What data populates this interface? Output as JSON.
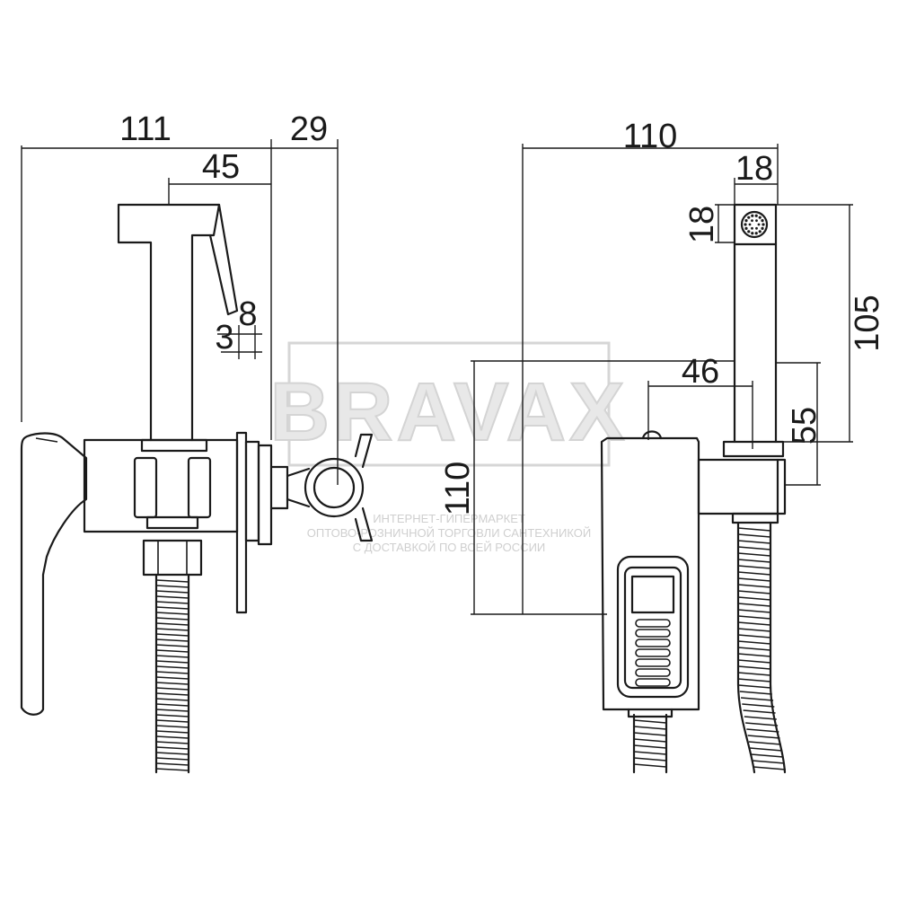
{
  "watermark": {
    "brand": "BRAVAX",
    "line1": "ИНТЕРНЕТ-ГИПЕРМАРКЕТ",
    "line2": "ОПТОВО-РОЗНИЧНОЙ ТОРГОВЛИ САНТЕХНИКОЙ",
    "line3": "С ДОСТАВКОЙ ПО ВСЕЙ РОССИИ"
  },
  "side_view": {
    "dim_overall": "111",
    "dim_holder": "29",
    "dim_spout": "45",
    "dim_plate": "8",
    "dim_gap": "3"
  },
  "front_view": {
    "dim_width": "110",
    "dim_head": "18",
    "dim_head_h": "18",
    "dim_total_h": "105",
    "dim_body_h": "110",
    "dim_center": "46",
    "dim_neck": "55"
  }
}
